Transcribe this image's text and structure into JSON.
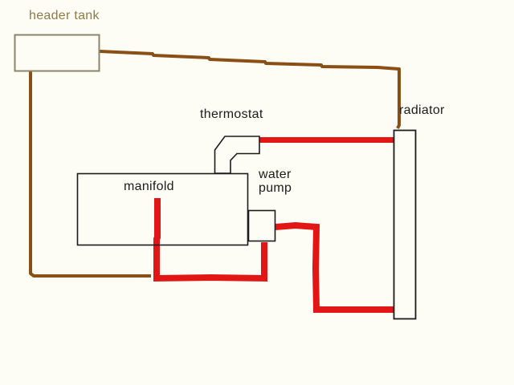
{
  "diagram": {
    "type": "engine-cooling-system-sketch",
    "labels": {
      "header_tank": "header tank",
      "thermostat": "thermostat",
      "radiator": "radiator",
      "manifold": "manifold",
      "water_pump": "water\npump"
    },
    "colors": {
      "background": "#fdfcf5",
      "outline_black": "#1c1c1c",
      "tank_outline": "#8d8569",
      "tank_label_text": "#8e7b47",
      "hot_pipe_red": "#e31616",
      "return_pipe_brown": "#8a4f14"
    }
  }
}
